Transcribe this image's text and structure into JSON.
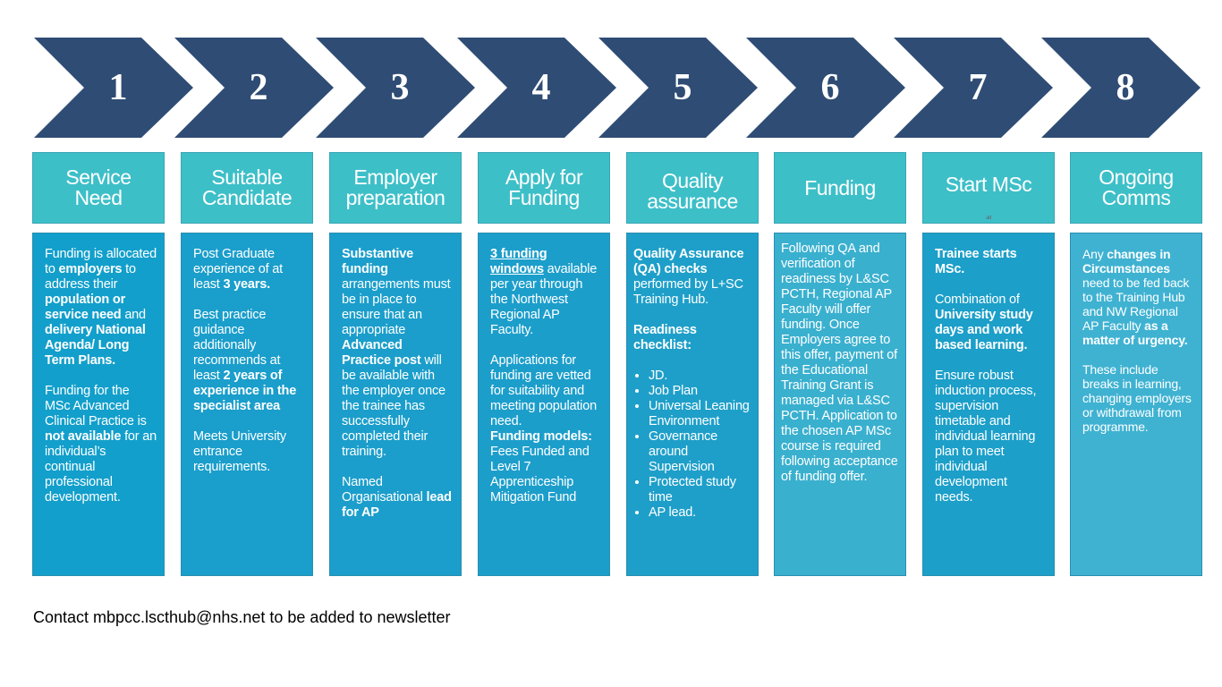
{
  "colors": {
    "chevron": "#2f4c74",
    "header_bg": "#3dbfc8",
    "body_bg": "#1a9ecb",
    "text": "#ffffff"
  },
  "steps": [
    {
      "number": "1",
      "title_1": "Service",
      "title_2": "Need"
    },
    {
      "number": "2",
      "title_1": "Suitable",
      "title_2": "Candidate"
    },
    {
      "number": "3",
      "title_1": "Employer",
      "title_2": "preparation"
    },
    {
      "number": "4",
      "title_1": "Apply for",
      "title_2": "Funding"
    },
    {
      "number": "5",
      "title_1": "Quality",
      "title_2": "assurance"
    },
    {
      "number": "6",
      "title_1": "Funding",
      "title_2": ""
    },
    {
      "number": "7",
      "title_1": "Start MSc",
      "title_2": "",
      "note": "art"
    },
    {
      "number": "8",
      "title_1": "Ongoing",
      "title_2": "Comms"
    }
  ],
  "box1": {
    "a": "Funding is allocated to",
    "b": "employers",
    "c": "to address their",
    "d": "population or service need",
    "e": "and",
    "f": "delivery National Agenda/ Long Term Plans.",
    "g": "Funding for the MSc Advanced Clinical Practice is",
    "h": "not available",
    "i": "for an individual’s continual professional development."
  },
  "box2": {
    "a": "Post Graduate experience of at least",
    "b": "3 years.",
    "c": "Best practice guidance additionally recommends at least",
    "d": "2 years of experience in the specialist area",
    "e": "Meets University entrance requirements."
  },
  "box3": {
    "a": "Substantive funding",
    "b": "arrangements must be in place to ensure that an appropriate",
    "c": "Advanced Practice post",
    "d": "will be available with the employer once the trainee has successfully completed their training.",
    "e": "Named Organisational",
    "f": "lead for AP"
  },
  "box4": {
    "a": "3 funding windows",
    "b": "available per year through the Northwest Regional AP Faculty.",
    "c": "Applications for funding are vetted for suitability and meeting population need.",
    "d": "Funding models:",
    "e": "Fees Funded and Level 7 Apprenticeship Mitigation Fund"
  },
  "box5": {
    "a": "Quality Assurance (QA) checks",
    "b": "performed by L+SC Training Hub.",
    "c": "Readiness checklist:",
    "items": [
      "JD.",
      "Job Plan",
      "Universal Leaning Environment",
      "Governance around Supervision",
      "Protected study time",
      "AP lead."
    ]
  },
  "box6": {
    "a": "Following QA and verification of readiness by L&SC PCTH, Regional AP Faculty will offer funding. Once Employers agree to this offer, payment of the Educational Training Grant is managed via L&SC PCTH. Application to the chosen AP MSc course is required following acceptance of funding offer."
  },
  "box7": {
    "a": "Trainee starts MSc.",
    "b": "Combination of",
    "c": "University study days and work based learning.",
    "d": "Ensure robust induction process, supervision timetable and individual learning plan to meet individual development needs."
  },
  "box8": {
    "a": "Any",
    "b": "changes in Circumstances",
    "c": "need to be fed back to the Training Hub and NW Regional AP Faculty",
    "d": "as a matter of urgency.",
    "e": "These include breaks in learning, changing employers or withdrawal from programme."
  },
  "footer": {
    "contact": "Contact mbpcc.lscthub@nhs.net to be added to newsletter"
  }
}
